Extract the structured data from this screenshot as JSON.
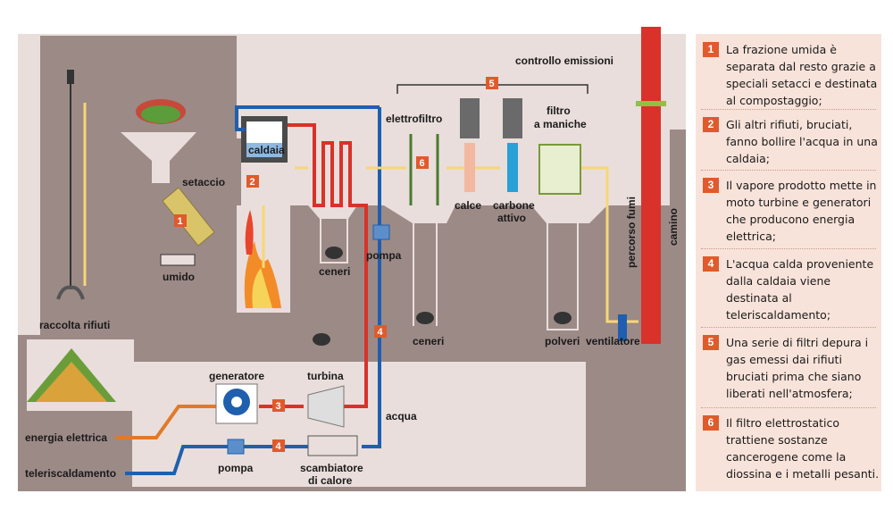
{
  "labels": {
    "controllo_emissioni": "controllo emissioni",
    "elettrofiltro": "elettrofiltro",
    "filtro_maniche_1": "filtro",
    "filtro_maniche_2": "a maniche",
    "setaccio": "setaccio",
    "caldaia": "caldaia",
    "umido": "umido",
    "raccolta_rifiuti": "raccolta rifiuti",
    "ceneri_1": "ceneri",
    "ceneri_2": "ceneri",
    "pompa_1": "pompa",
    "pompa_2": "pompa",
    "calce": "calce",
    "carbone_attivo_1": "carbone",
    "carbone_attivo_2": "attivo",
    "polveri": "polveri",
    "ventilatore": "ventilatore",
    "percorso_fumi": "percorso fumi",
    "camino": "camino",
    "generatore": "generatore",
    "turbina": "turbina",
    "acqua": "acqua",
    "energia_elettrica": "energia elettrica",
    "teleriscaldamento": "teleriscaldamento",
    "scambiatore_1": "scambiatore",
    "scambiatore_2": "di calore"
  },
  "badges": {
    "b1": "1",
    "b2": "2",
    "b3": "3",
    "b4a": "4",
    "b4b": "4",
    "b5": "5",
    "b6": "6"
  },
  "legend": [
    {
      "num": "1",
      "text": "La frazione umida è separata dal resto grazie a speciali setacci e destinata al compostaggio;"
    },
    {
      "num": "2",
      "text": "Gli altri rifiuti, bruciati, fanno bollire l'acqua in una caldaia;"
    },
    {
      "num": "3",
      "text": "Il vapore prodotto mette in moto turbine e generatori che producono energia elettrica;"
    },
    {
      "num": "4",
      "text": "L'acqua calda proveniente dalla caldaia viene destinata al teleriscaldamento;"
    },
    {
      "num": "5",
      "text": "Una serie di filtri depura i gas emessi dai rifiuti bruciati prima che siano liberati nell'atmosfera;"
    },
    {
      "num": "6",
      "text": "Il filtro elettrostatico trattiene sostanze cancerogene come la diossina e i metalli pesanti."
    }
  ],
  "colors": {
    "building": "#9c8a87",
    "building_light": "#e9dedb",
    "steam_red": "#d8322a",
    "water_blue": "#1f5fae",
    "flue_yellow": "#f7d774",
    "energy_orange": "#e07a2a",
    "badge": "#e05a2b"
  }
}
